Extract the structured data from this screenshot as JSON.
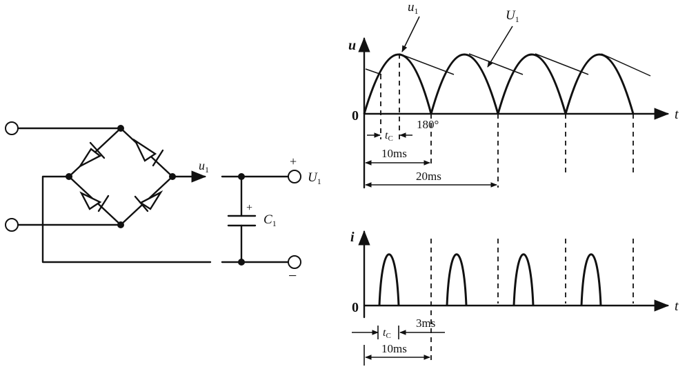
{
  "circuit": {
    "u1_label": "u",
    "u1_sub": "1",
    "U1_label": "U",
    "U1_sub": "1",
    "plus": "+",
    "minus": "−",
    "cap_label": "C",
    "cap_sub": "1",
    "cap_plus": "+"
  },
  "voltage_plot": {
    "ylabel": "u",
    "xlabel": "t",
    "origin": "0",
    "wave_label": "u",
    "wave_sub": "1",
    "env_label": "U",
    "env_sub": "1",
    "deg_label": "180°",
    "tc_label": "t",
    "tc_sub": "C",
    "dim_10": "10ms",
    "dim_20": "20ms"
  },
  "current_plot": {
    "ylabel": "i",
    "xlabel": "t",
    "origin": "0",
    "tc_label": "t",
    "tc_sub": "C",
    "dim_3": "3ms",
    "dim_10": "10ms"
  }
}
